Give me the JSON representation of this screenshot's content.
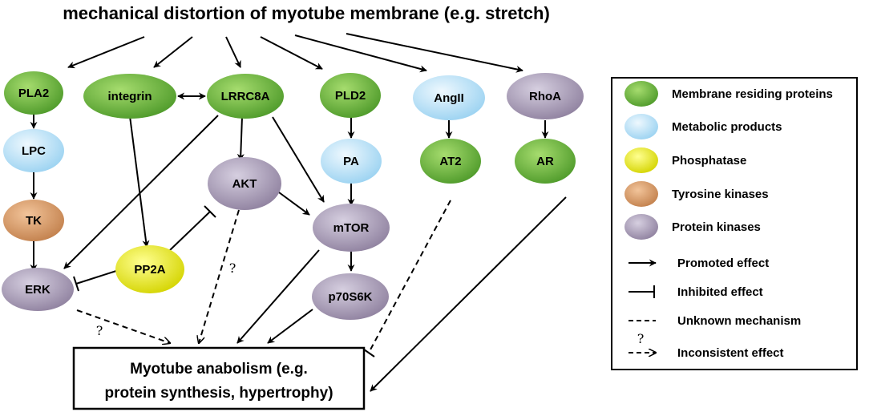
{
  "title": "mechanical distortion of myotube membrane (e.g. stretch)",
  "nodes": {
    "pla2": "PLA2",
    "integrin": "integrin",
    "lrrc8a": "LRRC8A",
    "pld2": "PLD2",
    "angii": "AngII",
    "rhoa": "RhoA",
    "lpc": "LPC",
    "tk": "TK",
    "erk": "ERK",
    "pp2a": "PP2A",
    "akt": "AKT",
    "pa": "PA",
    "mtor": "mTOR",
    "p70s6k": "p70S6K",
    "at2": "AT2",
    "ar": "AR"
  },
  "outcome": {
    "line1": "Myotube anabolism (e.g.",
    "line2": "protein synthesis, hypertrophy)"
  },
  "question_marks": [
    "?",
    "?"
  ],
  "legend": {
    "membrane": "Membrane residing proteins",
    "metabolic": "Metabolic products",
    "phosphatase": "Phosphatase",
    "tyrosine": "Tyrosine kinases",
    "protein_kinases": "Protein kinases",
    "promoted": "Promoted effect",
    "inhibited": "Inhibited  effect",
    "unknown": "Unknown mechanism",
    "inconsistent_q": "?",
    "inconsistent": "Inconsistent effect"
  },
  "colors": {
    "membrane": "#6ab63a",
    "metabolic": "#b8dff5",
    "phosphatase": "#e6e600",
    "tyrosine": "#d89a68",
    "protein_kinase": "#a79bb8"
  }
}
